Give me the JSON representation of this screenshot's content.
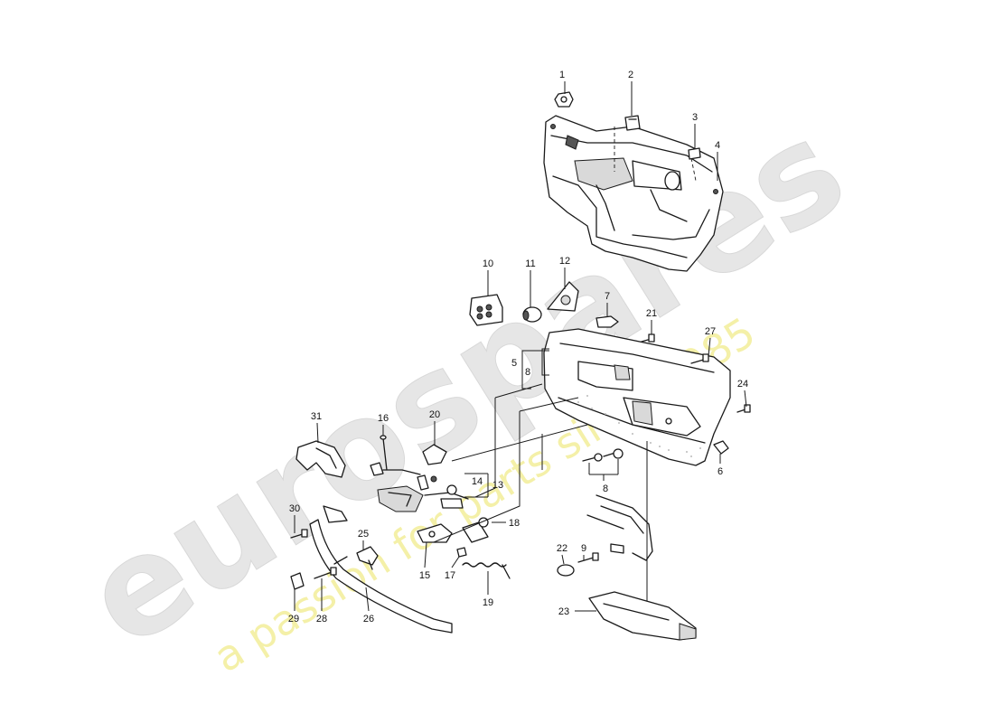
{
  "watermark": {
    "brand": "eurospares",
    "tagline": "a passion for parts since 1985",
    "brand_color": "#e6e6e6",
    "tagline_color": "#f4f0a8"
  },
  "callouts": {
    "c1": "1",
    "c2": "2",
    "c3": "3",
    "c4": "4",
    "c5": "5",
    "c6": "6",
    "c7": "7",
    "c8a": "8",
    "c8b": "8",
    "c9": "9",
    "c10": "10",
    "c11": "11",
    "c12": "12",
    "c13": "13",
    "c14": "14",
    "c15": "15",
    "c16": "16",
    "c17": "17",
    "c18": "18",
    "c19": "19",
    "c20": "20",
    "c21": "21",
    "c22": "22",
    "c23": "23",
    "c24": "24",
    "c25": "25",
    "c26": "26",
    "c27": "27",
    "c28": "28",
    "c29": "29",
    "c30": "30",
    "c31": "31"
  }
}
